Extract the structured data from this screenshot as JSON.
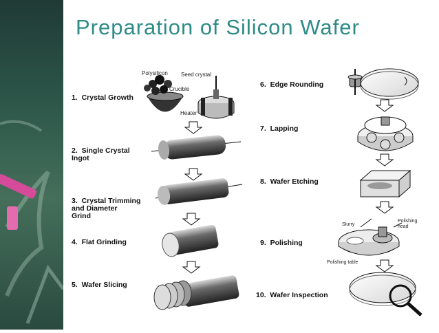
{
  "title": "Preparation of Silicon Wafer",
  "steps_left": [
    {
      "label": "1.  Crystal Growth"
    },
    {
      "label": "2.  Single Crystal\nIngot"
    },
    {
      "label": "3.  Crystal Trimming\nand Diameter\nGrind"
    },
    {
      "label": "4.  Flat Grinding"
    },
    {
      "label": "5.  Wafer Slicing"
    }
  ],
  "steps_right": [
    {
      "label": "6.  Edge Rounding"
    },
    {
      "label": "7.  Lapping"
    },
    {
      "label": "8.  Wafer Etching"
    },
    {
      "label": "9.  Polishing"
    },
    {
      "label": "10.  Wafer Inspection"
    }
  ],
  "labels": {
    "polysilicon": "Polysilicon",
    "seed_crystal": "Seed crystal",
    "crucible": "Crucible",
    "heater": "Heater",
    "slurry": "Slurry",
    "polishing_head": "Polishing\nhead",
    "polishing_table": "Polishing table"
  },
  "colors": {
    "title": "#2e8b86",
    "sidebar_dark": "#1f3a35",
    "chalk_pink": "#d64a9a"
  }
}
